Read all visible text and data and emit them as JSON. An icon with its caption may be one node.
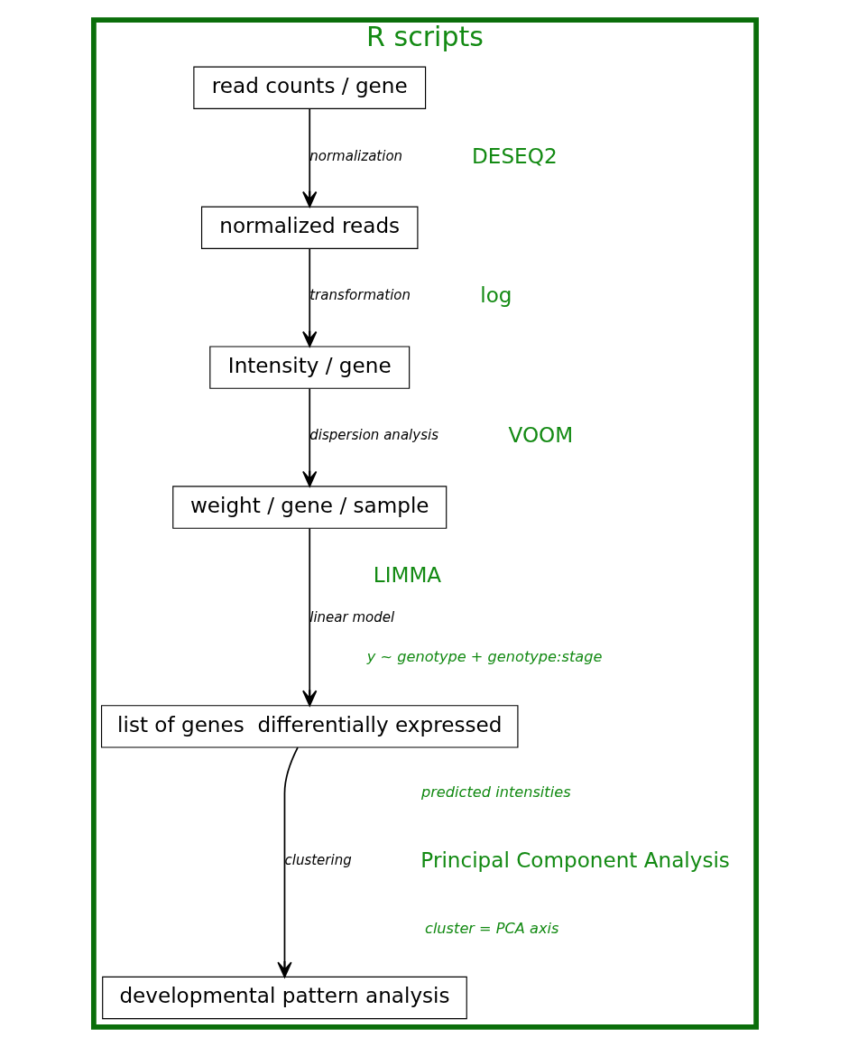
{
  "diagram": {
    "nodes": [
      {
        "text": [
          "R scripts"
        ]
      },
      {
        "text": [
          "read counts / gene"
        ],
        "in": 0
      },
      {
        "text": [
          "normalized reads"
        ],
        "in": 0
      },
      {
        "text": [
          "Intensity / gene"
        ],
        "in": 0
      },
      {
        "text": [
          "weight / gene / sample"
        ],
        "in": 0
      },
      {
        "text": [
          "list of genes  differentially expressed"
        ],
        "in": 0
      },
      {
        "text": [
          "developmental pattern analysis"
        ],
        "in": 0
      }
    ],
    "edges": [
      {
        "from": 1,
        "to": 2,
        "arrow": "to",
        "label": "normalization"
      },
      {
        "from": 2,
        "to": 3,
        "arrow": "to",
        "label": "transformation"
      },
      {
        "from": 3,
        "to": 4,
        "arrow": "to",
        "label": "dispersion analysis"
      },
      {
        "from": 4,
        "to": 5,
        "arrow": "to",
        "label": "linear model"
      },
      {
        "from": 5,
        "to": 6,
        "arrow": "to",
        "label": "clustering"
      }
    ],
    "labels": [
      "DESEQ2",
      "log",
      "VOOM",
      "LIMMA",
      "y ~ genotype + genotype:stage",
      "predicted intensities",
      "Principal Component Analysis",
      "cluster = PCA axis"
    ]
  }
}
